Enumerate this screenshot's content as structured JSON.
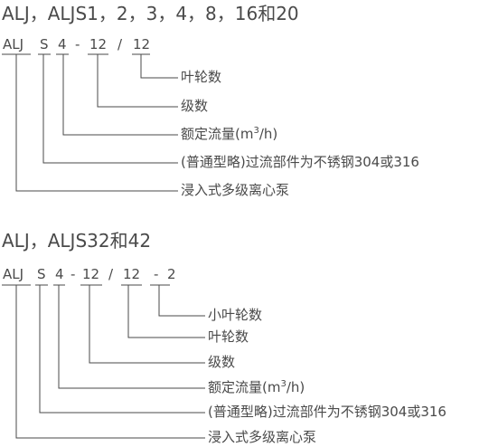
{
  "section1": {
    "heading": "ALJ，ALJS1，2，3，4，8，16和20",
    "code": {
      "alj": "ALJ",
      "s": "S",
      "flow": "4",
      "dash": "-",
      "stages": "12",
      "slash": "/",
      "impellers": "12"
    },
    "labels": {
      "impellers": "叶轮数",
      "stages": "级数",
      "flow_prefix": "额定流量(m",
      "flow_sup": "3",
      "flow_suffix": "/h)",
      "material": "(普通型略)过流部件为不锈钢304或316",
      "type": "浸入式多级离心泵"
    }
  },
  "section2": {
    "heading": "ALJ，ALJS32和42",
    "code": {
      "alj": "ALJ",
      "s": "S",
      "flow": "4",
      "dash1": "-",
      "stages": "12",
      "slash": "/",
      "impellers": "12",
      "dash2": "-",
      "small": "2"
    },
    "labels": {
      "small_impellers": "小叶轮数",
      "impellers": "叶轮数",
      "stages": "级数",
      "flow_prefix": "额定流量(m",
      "flow_sup": "3",
      "flow_suffix": "/h)",
      "material": "(普通型略)过流部件为不锈钢304或316",
      "type": "浸入式多级离心泵"
    }
  }
}
